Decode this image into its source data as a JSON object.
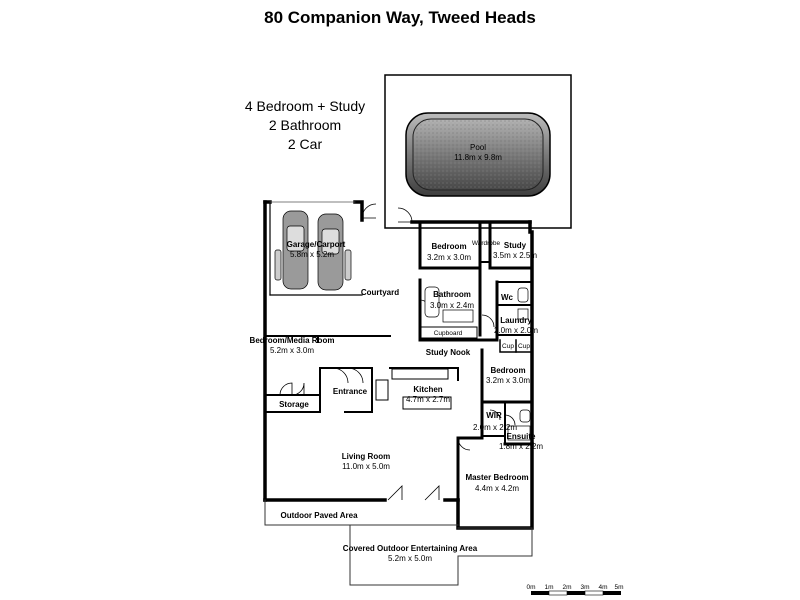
{
  "title": "80 Companion Way, Tweed Heads",
  "summary": [
    "4 Bedroom + Study",
    "2 Bathroom",
    "2 Car"
  ],
  "rooms": {
    "pool": {
      "name": "Pool",
      "size": "11.8m x 9.8m"
    },
    "garage": {
      "name": "Garage/Carport",
      "size": "5.8m x 5.2m"
    },
    "courtyard": {
      "name": "Courtyard"
    },
    "bedroom_top": {
      "name": "Bedroom",
      "size": "3.2m x 3.0m"
    },
    "wardrobe": {
      "name": "Wardrobe"
    },
    "study": {
      "name": "Study",
      "size": "3.5m x 2.5m"
    },
    "bathroom": {
      "name": "Bathroom",
      "size": "3.0m x 2.4m"
    },
    "wc": {
      "name": "Wc"
    },
    "laundry": {
      "name": "Laundry",
      "size": "2.0m x 2.0m"
    },
    "cupboard": {
      "name": "Cupboard"
    },
    "cup": {
      "name": "Cup"
    },
    "study_nook": {
      "name": "Study Nook"
    },
    "bedroom_media": {
      "name": "Bedroom/Media Room",
      "size": "5.2m x 3.0m"
    },
    "storage": {
      "name": "Storage"
    },
    "entrance": {
      "name": "Entrance"
    },
    "kitchen": {
      "name": "Kitchen",
      "size": "4.7m x 2.7m"
    },
    "bedroom_right": {
      "name": "Bedroom",
      "size": "3.2m x 3.0m"
    },
    "wir": {
      "name": "WIR",
      "size": "2.0m x 2.2m"
    },
    "ensuite": {
      "name": "Ensuite",
      "size": "1.8m x 2.2m"
    },
    "living": {
      "name": "Living Room",
      "size": "11.0m x 5.0m"
    },
    "master": {
      "name": "Master Bedroom",
      "size": "4.4m x 4.2m"
    },
    "outdoor_paved": {
      "name": "Outdoor Paved Area"
    },
    "covered_outdoor": {
      "name": "Covered Outdoor Entertaining Area",
      "size": "5.2m x 5.0m"
    }
  },
  "scale_bar": [
    "0m",
    "1m",
    "2m",
    "3m",
    "4m",
    "5m"
  ]
}
